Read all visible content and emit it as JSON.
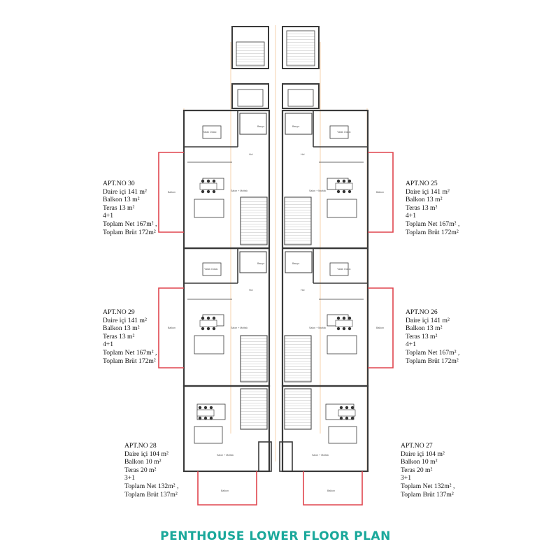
{
  "title": "PENTHOUSE LOWER FLOOR PLAN",
  "apartments": {
    "apt30": {
      "no": "APT.NO 30",
      "interior": "Daire içi 141 m²",
      "balcony": "Balkon 13 m²",
      "terrace": "Teras 13 m²",
      "rooms": "4+1",
      "net": "Toplam Net 167m² ,",
      "gross": "Toplam Brüt 172m²"
    },
    "apt25": {
      "no": "APT.NO 25",
      "interior": "Daire içi 141 m²",
      "balcony": "Balkon 13 m²",
      "terrace": "Teras 13 m²",
      "rooms": "4+1",
      "net": "Toplam Net 167m² ,",
      "gross": "Toplam Brüt 172m²"
    },
    "apt29": {
      "no": "APT.NO 29",
      "interior": "Daire içi 141 m²",
      "balcony": "Balkon 13 m²",
      "terrace": "Teras 13 m²",
      "rooms": "4+1",
      "net": "Toplam Net 167m² ,",
      "gross": "Toplam Brüt 172m²"
    },
    "apt26": {
      "no": "APT.NO 26",
      "interior": "Daire içi 141 m²",
      "balcony": "Balkon 13 m²",
      "terrace": "Teras 13 m²",
      "rooms": "4+1",
      "net": "Toplam Net 167m² ,",
      "gross": "Toplam Brüt 172m²"
    },
    "apt28": {
      "no": "APT.NO 28",
      "interior": "Daire içi 104 m²",
      "balcony": "Balkon 10 m²",
      "terrace": "Teras 20 m²",
      "rooms": "3+1",
      "net": "Toplam Net 132m² ,",
      "gross": "Toplam Brüt 137m²"
    },
    "apt27": {
      "no": "APT.NO 27",
      "interior": "Daire içi 104 m²",
      "balcony": "Balkon 10 m²",
      "terrace": "Teras 20 m²",
      "rooms": "3+1",
      "net": "Toplam Net 132m² ,",
      "gross": "Toplam Brüt 137m²"
    }
  },
  "room_labels": {
    "bedroom": "Yatak Odası",
    "bathroom": "Banyo",
    "hall": "Hol",
    "living": "Salon + Mutfak",
    "balcony": "Balkon"
  },
  "colors": {
    "title": "#1aa89b",
    "balcony_outline": "#e0454e",
    "walls": "#3a3a3a",
    "dimension_lines": "#f2c69a"
  }
}
